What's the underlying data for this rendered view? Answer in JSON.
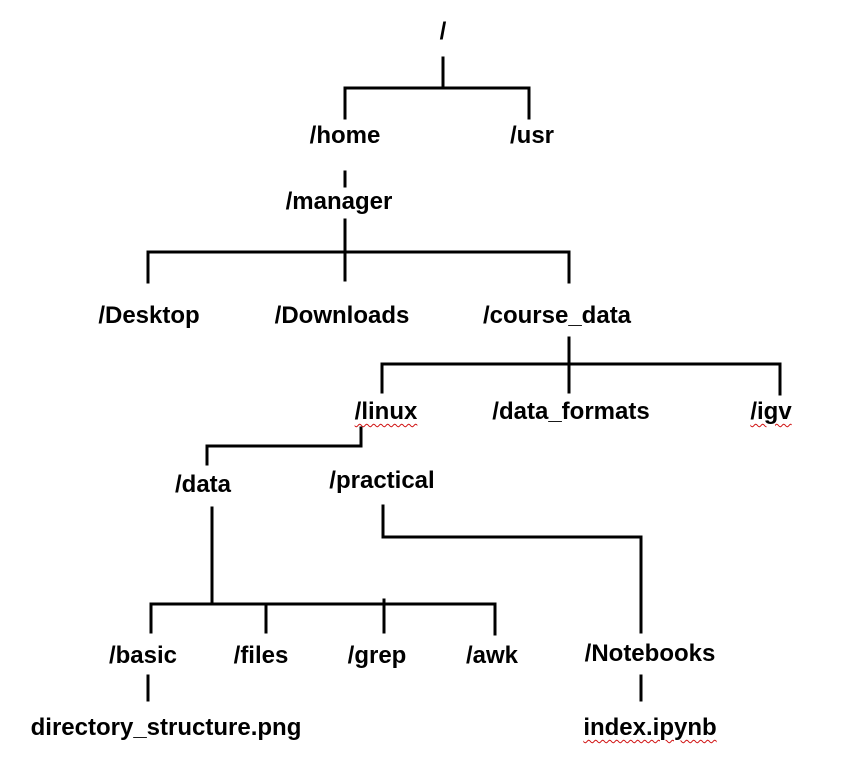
{
  "tree": {
    "root": "/",
    "home": "/home",
    "usr": "/usr",
    "manager": "/manager",
    "desktop": "/Desktop",
    "downloads": "/Downloads",
    "course_data": "/course_data",
    "linux": "/linux",
    "data_formats": "/data_formats",
    "igv": "/igv",
    "data": "/data",
    "practical": "/practical",
    "basic": "/basic",
    "files": "/files",
    "grep": "/grep",
    "awk": "/awk",
    "notebooks": "/Notebooks",
    "directory_structure_png": "directory_structure.png",
    "index_ipynb": "index.ipynb"
  },
  "colors": {
    "line": "#000000",
    "text": "#000000",
    "spellcheck_underline": "#d01010"
  }
}
